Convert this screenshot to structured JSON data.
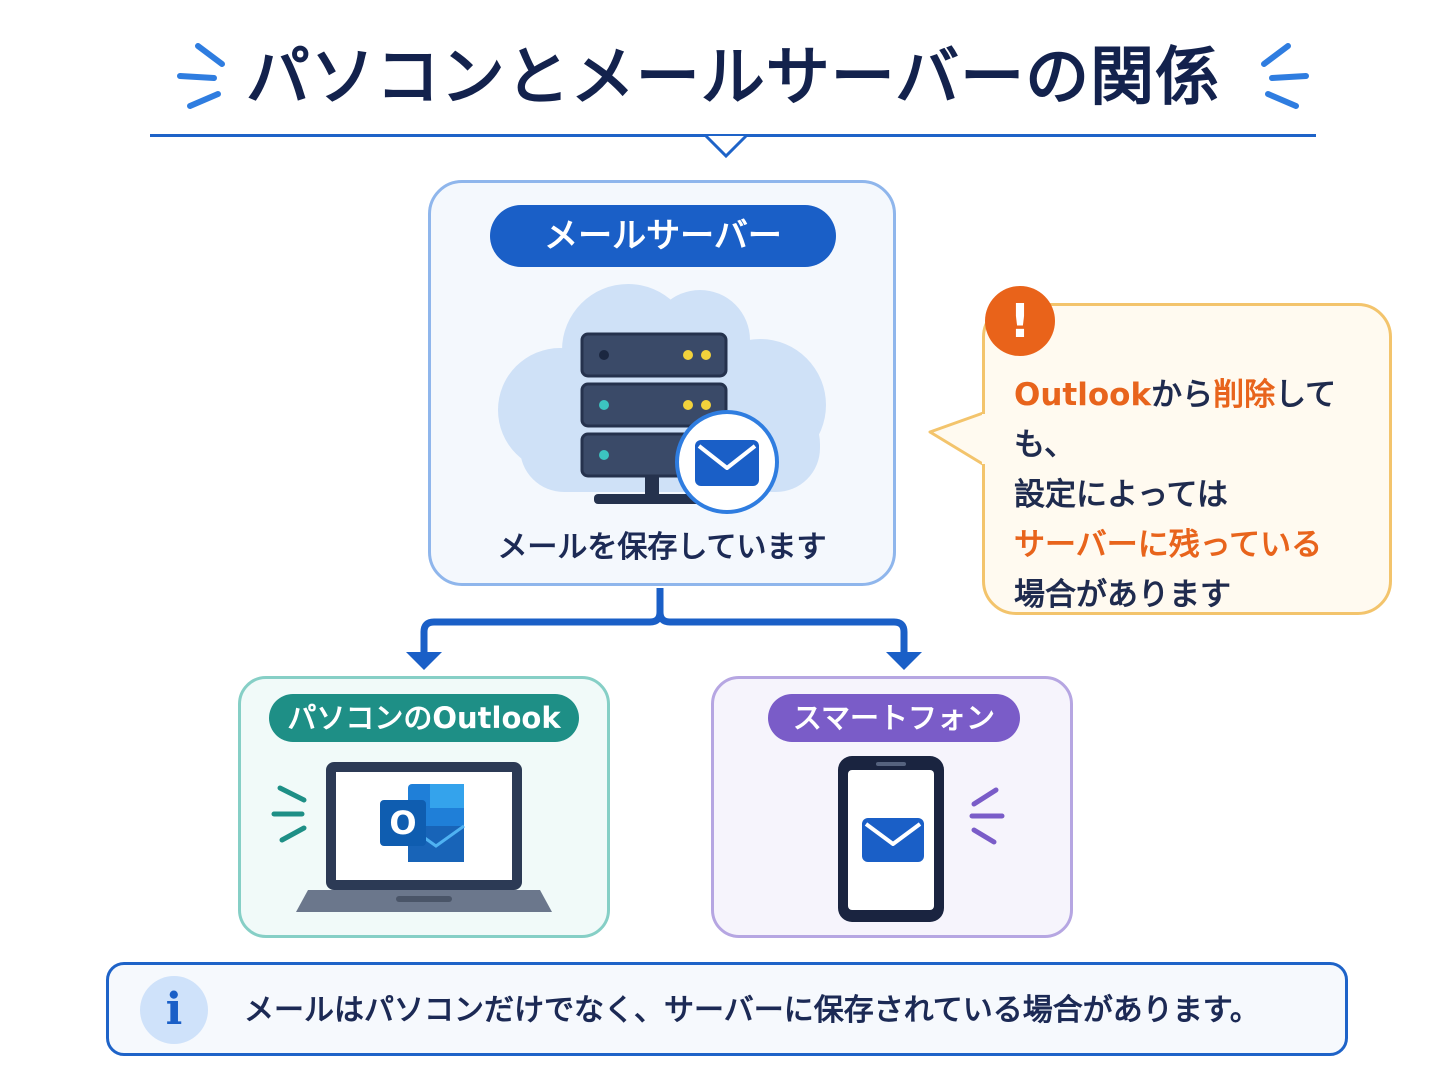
{
  "title": "パソコンとメールサーバーの関係",
  "server": {
    "label": "メールサーバー",
    "caption": "メールを保存しています"
  },
  "warning": {
    "icon": "exclamation-icon",
    "line1_hl_a": "Outlook",
    "line1_mid": "から",
    "line1_hl_b": "削除",
    "line1_end": "しても、",
    "line2": "設定によっては",
    "line3_hl": "サーバーに残っている",
    "line4": "場合があります",
    "accent_color": "#e8641c"
  },
  "pc": {
    "label": "パソコンのOutlook",
    "app_letter": "O"
  },
  "smartphone": {
    "label": "スマートフォン"
  },
  "info": {
    "icon": "info-icon",
    "text": "メールはパソコンだけでなく、サーバーに保存されている場合があります。"
  },
  "colors": {
    "primary": "#1a5fc7",
    "teal": "#1e8f86",
    "purple": "#7a5cc8",
    "orange": "#e9631a"
  }
}
